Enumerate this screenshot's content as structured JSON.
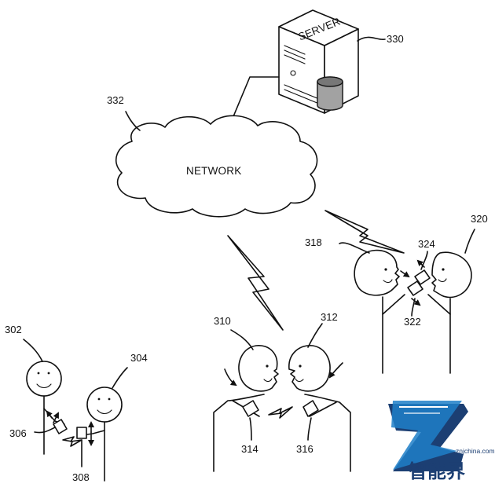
{
  "server": {
    "label": "SERVER",
    "ref": "330"
  },
  "network": {
    "label": "NETWORK",
    "ref": "332"
  },
  "refs": {
    "r302": "302",
    "r304": "304",
    "r306": "306",
    "r308": "308",
    "r310": "310",
    "r312": "312",
    "r314": "314",
    "r316": "316",
    "r318": "318",
    "r320": "320",
    "r322": "322",
    "r324": "324"
  },
  "watermark": {
    "url": "znjchina.com",
    "brand": "智能界",
    "accent": "#1e7fc8",
    "dark": "#1c3f73"
  }
}
